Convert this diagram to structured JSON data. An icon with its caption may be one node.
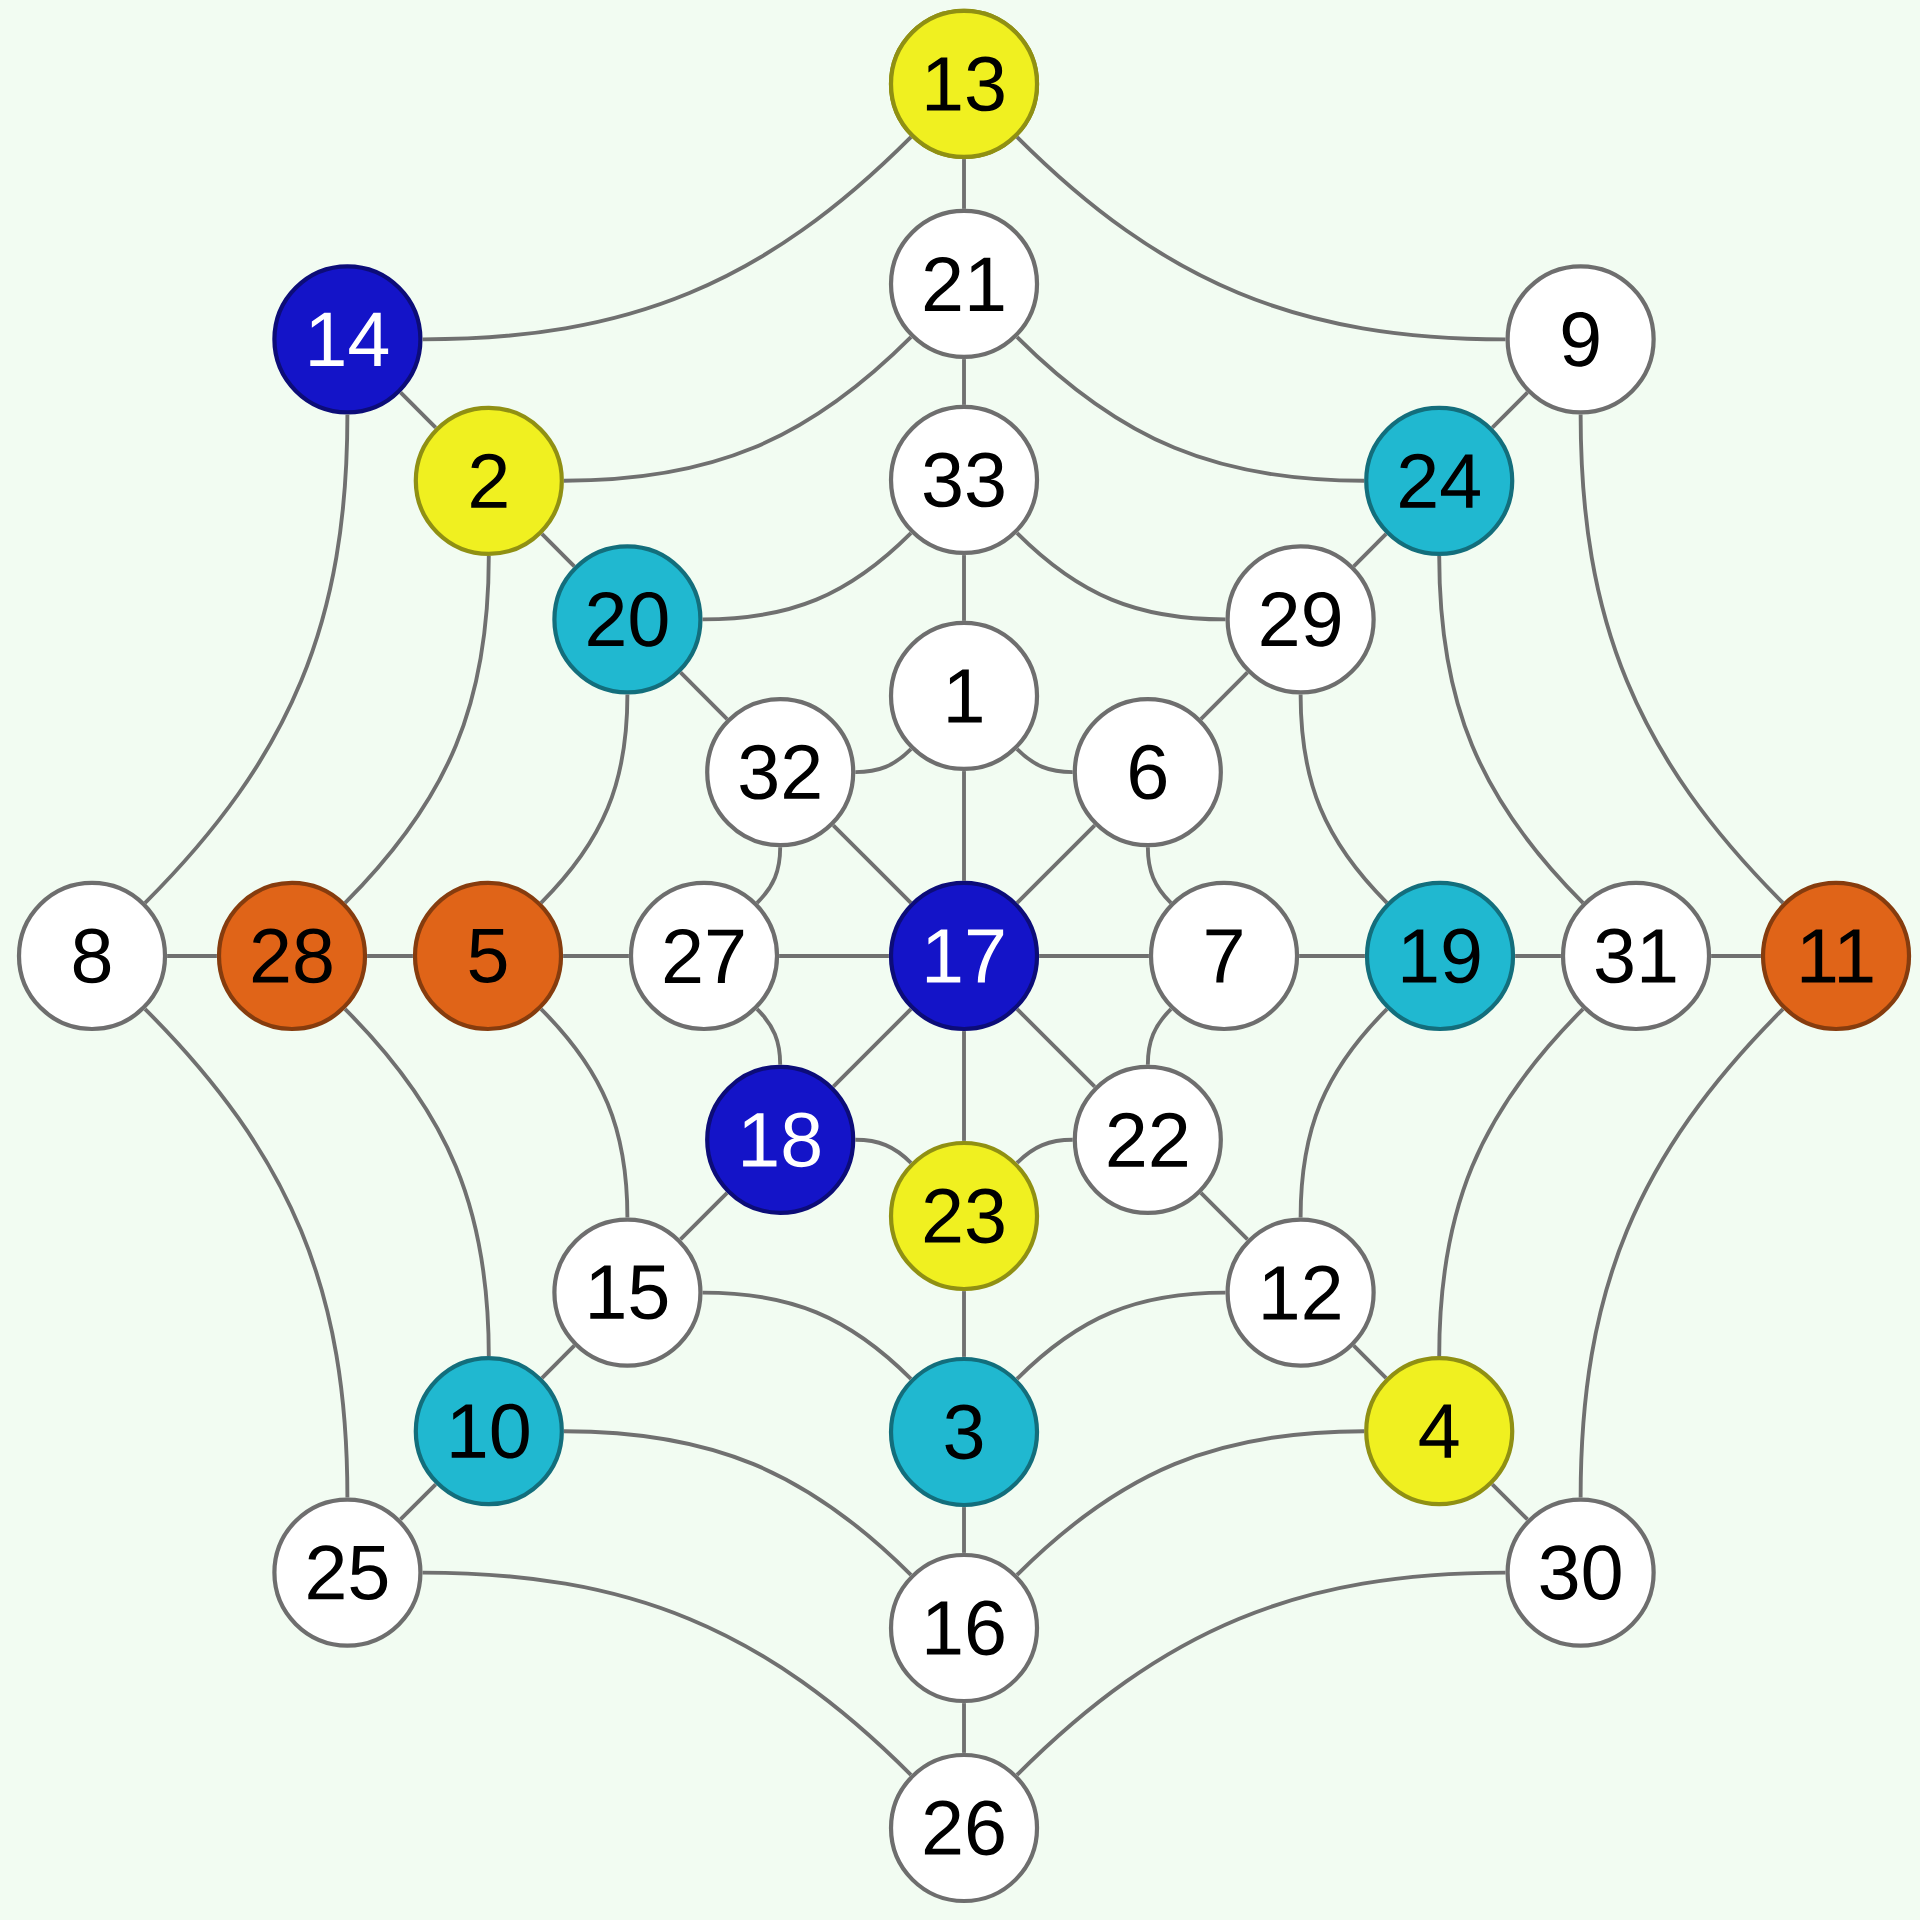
{
  "diagram": {
    "nodes": [
      {
        "text": [
          "13"
        ]
      },
      {
        "text": [
          "21"
        ]
      },
      {
        "text": [
          "14"
        ]
      },
      {
        "text": [
          "9"
        ]
      },
      {
        "text": [
          "2"
        ]
      },
      {
        "text": [
          "33"
        ]
      },
      {
        "text": [
          "24"
        ]
      },
      {
        "text": [
          "20"
        ]
      },
      {
        "text": [
          "29"
        ]
      },
      {
        "text": [
          "1"
        ]
      },
      {
        "text": [
          "32"
        ]
      },
      {
        "text": [
          "6"
        ]
      },
      {
        "text": [
          "8"
        ]
      },
      {
        "text": [
          "28"
        ]
      },
      {
        "text": [
          "5"
        ]
      },
      {
        "text": [
          "27"
        ]
      },
      {
        "text": [
          "17"
        ]
      },
      {
        "text": [
          "7"
        ]
      },
      {
        "text": [
          "19"
        ]
      },
      {
        "text": [
          "31"
        ]
      },
      {
        "text": [
          "11"
        ]
      },
      {
        "text": [
          "18"
        ]
      },
      {
        "text": [
          "22"
        ]
      },
      {
        "text": [
          "23"
        ]
      },
      {
        "text": [
          "15"
        ]
      },
      {
        "text": [
          "12"
        ]
      },
      {
        "text": [
          "10"
        ]
      },
      {
        "text": [
          "3"
        ]
      },
      {
        "text": [
          "4"
        ]
      },
      {
        "text": [
          "25"
        ]
      },
      {
        "text": [
          "30"
        ]
      },
      {
        "text": [
          "16"
        ]
      },
      {
        "text": [
          "26"
        ]
      }
    ],
    "edges": [
      {
        "from": 16,
        "to": 9,
        "arrow": "none"
      },
      {
        "from": 9,
        "to": 5,
        "arrow": "none"
      },
      {
        "from": 5,
        "to": 1,
        "arrow": "none"
      },
      {
        "from": 1,
        "to": 0,
        "arrow": "none"
      },
      {
        "from": 16,
        "to": 17,
        "arrow": "none"
      },
      {
        "from": 17,
        "to": 18,
        "arrow": "none"
      },
      {
        "from": 18,
        "to": 19,
        "arrow": "none"
      },
      {
        "from": 19,
        "to": 20,
        "arrow": "none"
      },
      {
        "from": 16,
        "to": 23,
        "arrow": "none"
      },
      {
        "from": 23,
        "to": 27,
        "arrow": "none"
      },
      {
        "from": 27,
        "to": 31,
        "arrow": "none"
      },
      {
        "from": 31,
        "to": 32,
        "arrow": "none"
      },
      {
        "from": 16,
        "to": 15,
        "arrow": "none"
      },
      {
        "from": 15,
        "to": 14,
        "arrow": "none"
      },
      {
        "from": 14,
        "to": 13,
        "arrow": "none"
      },
      {
        "from": 13,
        "to": 12,
        "arrow": "none"
      },
      {
        "from": 16,
        "to": 11,
        "arrow": "none"
      },
      {
        "from": 11,
        "to": 8,
        "arrow": "none"
      },
      {
        "from": 8,
        "to": 6,
        "arrow": "none"
      },
      {
        "from": 6,
        "to": 3,
        "arrow": "none"
      },
      {
        "from": 16,
        "to": 22,
        "arrow": "none"
      },
      {
        "from": 22,
        "to": 25,
        "arrow": "none"
      },
      {
        "from": 25,
        "to": 28,
        "arrow": "none"
      },
      {
        "from": 28,
        "to": 30,
        "arrow": "none"
      },
      {
        "from": 16,
        "to": 21,
        "arrow": "none"
      },
      {
        "from": 21,
        "to": 24,
        "arrow": "none"
      },
      {
        "from": 24,
        "to": 26,
        "arrow": "none"
      },
      {
        "from": 26,
        "to": 29,
        "arrow": "none"
      },
      {
        "from": 16,
        "to": 10,
        "arrow": "none"
      },
      {
        "from": 10,
        "to": 7,
        "arrow": "none"
      },
      {
        "from": 7,
        "to": 4,
        "arrow": "none"
      },
      {
        "from": 4,
        "to": 2,
        "arrow": "none"
      },
      {
        "from": 9,
        "to": 11,
        "arrow": "none"
      },
      {
        "from": 11,
        "to": 17,
        "arrow": "none"
      },
      {
        "from": 17,
        "to": 22,
        "arrow": "none"
      },
      {
        "from": 22,
        "to": 23,
        "arrow": "none"
      },
      {
        "from": 23,
        "to": 21,
        "arrow": "none"
      },
      {
        "from": 21,
        "to": 15,
        "arrow": "none"
      },
      {
        "from": 15,
        "to": 10,
        "arrow": "none"
      },
      {
        "from": 10,
        "to": 9,
        "arrow": "none"
      },
      {
        "from": 5,
        "to": 8,
        "arrow": "none"
      },
      {
        "from": 8,
        "to": 18,
        "arrow": "none"
      },
      {
        "from": 18,
        "to": 25,
        "arrow": "none"
      },
      {
        "from": 25,
        "to": 27,
        "arrow": "none"
      },
      {
        "from": 27,
        "to": 24,
        "arrow": "none"
      },
      {
        "from": 24,
        "to": 14,
        "arrow": "none"
      },
      {
        "from": 14,
        "to": 7,
        "arrow": "none"
      },
      {
        "from": 7,
        "to": 5,
        "arrow": "none"
      },
      {
        "from": 1,
        "to": 6,
        "arrow": "none"
      },
      {
        "from": 6,
        "to": 19,
        "arrow": "none"
      },
      {
        "from": 19,
        "to": 28,
        "arrow": "none"
      },
      {
        "from": 28,
        "to": 31,
        "arrow": "none"
      },
      {
        "from": 31,
        "to": 26,
        "arrow": "none"
      },
      {
        "from": 26,
        "to": 13,
        "arrow": "none"
      },
      {
        "from": 13,
        "to": 4,
        "arrow": "none"
      },
      {
        "from": 4,
        "to": 1,
        "arrow": "none"
      },
      {
        "from": 0,
        "to": 3,
        "arrow": "none"
      },
      {
        "from": 3,
        "to": 20,
        "arrow": "none"
      },
      {
        "from": 20,
        "to": 30,
        "arrow": "none"
      },
      {
        "from": 30,
        "to": 32,
        "arrow": "none"
      },
      {
        "from": 32,
        "to": 29,
        "arrow": "none"
      },
      {
        "from": 29,
        "to": 12,
        "arrow": "none"
      },
      {
        "from": 12,
        "to": 2,
        "arrow": "none"
      },
      {
        "from": 2,
        "to": 0,
        "arrow": "none"
      }
    ]
  }
}
